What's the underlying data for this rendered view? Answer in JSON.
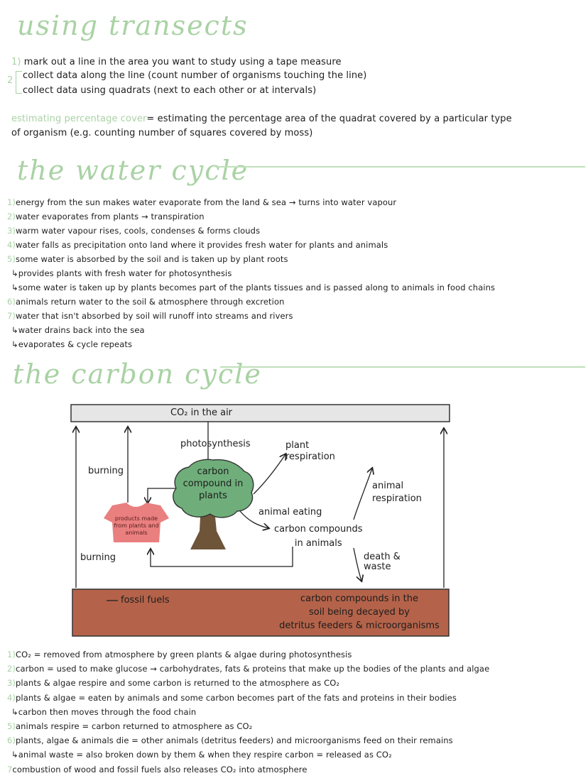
{
  "transects": {
    "heading": "using transects",
    "steps": [
      {
        "num": "1)",
        "text": "mark out a line in the area you want to study using a tape measure"
      },
      {
        "num": "2",
        "text": "collect data along the line (count number of organisms touching the line)"
      },
      {
        "num": "",
        "text": "collect data using quadrats (next to each other or at intervals)"
      }
    ],
    "definition_term": "estimating percentage cover",
    "definition_text": "= estimating the percentage area of the quadrat covered by a particular type",
    "definition_text_2": "of organism (e.g. counting number of squares covered by moss)"
  },
  "water_cycle": {
    "heading": "the water cycle",
    "lines": [
      {
        "num": "1)",
        "text": "energy from the sun makes water evaporate from the land & sea → turns into water vapour"
      },
      {
        "num": "2)",
        "text": "water evaporates from plants → transpiration"
      },
      {
        "num": "3)",
        "text": "warm water vapour rises, cools, condenses & forms clouds"
      },
      {
        "num": "4)",
        "text": "water falls as precipitation onto land where it provides fresh water for plants and animals"
      },
      {
        "num": "5)",
        "text": "some water is absorbed by the soil and is taken up by plant roots"
      },
      {
        "num": "",
        "text": "↳provides plants with fresh water for photosynthesis"
      },
      {
        "num": "",
        "text": "↳some water is taken up by plants becomes part of the plants tissues and is passed along to animals in food chains"
      },
      {
        "num": "6)",
        "text": "animals return water to the soil & atmosphere through excretion"
      },
      {
        "num": "7)",
        "text": "water that isn't absorbed by soil will runoff into streams and rivers"
      },
      {
        "num": "",
        "text": "↳water drains back into the sea"
      },
      {
        "num": "",
        "text": "↳evaporates & cycle repeats"
      }
    ]
  },
  "carbon_cycle": {
    "heading": "the carbon cycle",
    "diagram": {
      "air_label": "CO₂ in the air",
      "photosynthesis": "photosynthesis",
      "plant_respiration": "plant\nrespiration",
      "burning_top": "burning",
      "carbon_plants": "carbon\ncompound in\nplants",
      "animal_respiration": "animal\nrespiration",
      "animal_eating": "animal eating",
      "carbon_animals": "carbon compounds\nin animals",
      "products": "products made\nfrom plants and\nanimals",
      "burning_bottom": "burning",
      "death_waste": "death &\nwaste",
      "fossil_fuels": "fossil fuels",
      "soil_text": "carbon compounds in the\nsoil being decayed by\ndetritus feeders & microorganisms",
      "colors": {
        "air": "#e6e6e6",
        "soil": "#b4634a",
        "canopy": "#6fae7a",
        "trunk": "#6e5438",
        "shirt": "#ea7f7f"
      }
    },
    "lines": [
      {
        "num": "1)",
        "text": "CO₂ = removed from atmosphere by green plants & algae during photosynthesis"
      },
      {
        "num": "2)",
        "text": "carbon = used to make glucose → carbohydrates, fats & proteins that make up the bodies of the plants and algae"
      },
      {
        "num": "3)",
        "text": "plants & algae respire and some carbon is returned to the atmosphere as CO₂"
      },
      {
        "num": "4)",
        "text": "plants & algae = eaten by animals and some carbon becomes part of the fats and proteins in their bodies"
      },
      {
        "num": "",
        "text": "↳carbon then moves through the food chain"
      },
      {
        "num": "5)",
        "text": "animals respire = carbon returned to atmosphere as CO₂"
      },
      {
        "num": "6)",
        "text": "plants, algae & animals die = other animals (detritus feeders) and microorganisms feed on their remains"
      },
      {
        "num": "",
        "text": "↳animal waste = also broken down by them & when they respire carbon = released as CO₂"
      },
      {
        "num": "7",
        "text": "combustion of wood and fossil fuels also releases CO₂ into atmosphere"
      }
    ]
  }
}
